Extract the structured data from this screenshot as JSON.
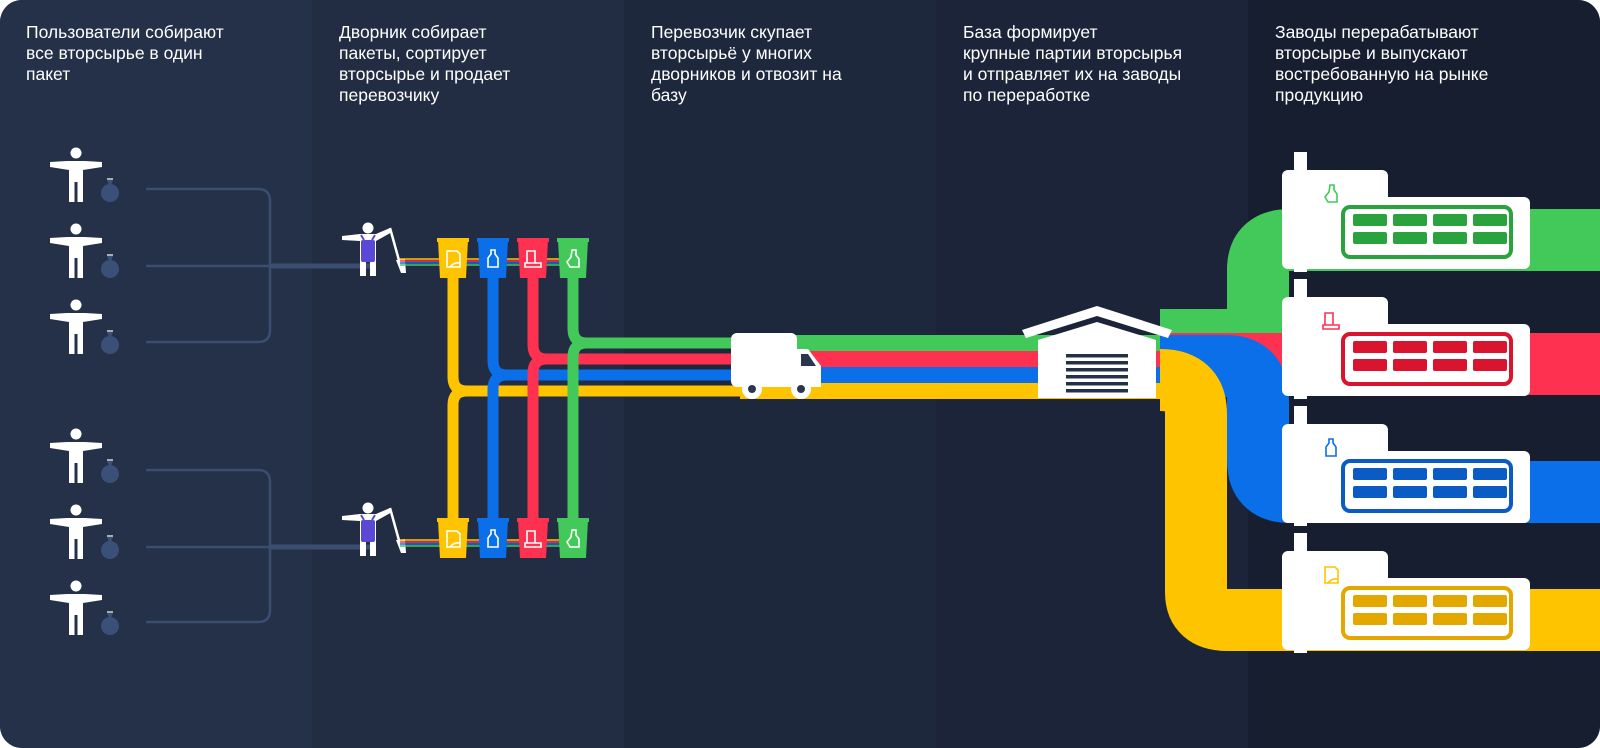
{
  "stages": [
    {
      "id": "users",
      "lines": [
        "Пользователи собирают",
        "все вторсырье в один",
        "пакет"
      ],
      "bg": "#253149"
    },
    {
      "id": "janitor",
      "lines": [
        "Дворник собирает",
        "пакеты, сортирует",
        "вторсырье и продает",
        "перевозчику"
      ],
      "bg": "#222d43"
    },
    {
      "id": "carrier",
      "lines": [
        "Перевозчик скупает",
        "вторсырьё у многих",
        "дворников и отвозит на",
        "базу"
      ],
      "bg": "#1e283d"
    },
    {
      "id": "base",
      "lines": [
        "База формирует",
        "крупные партии вторсырья",
        "и отправляет их на заводы",
        "по переработке"
      ],
      "bg": "#1b2438"
    },
    {
      "id": "plants",
      "lines": [
        "Заводы перерабатывают",
        "вторсырье и выпускают",
        "востребованную на рынке",
        "продукцию"
      ],
      "bg": "#161e30"
    }
  ],
  "materials": [
    {
      "id": "paper",
      "icon": "paper-icon",
      "color": "#ffc400",
      "dark": "#e3a800"
    },
    {
      "id": "plastic",
      "icon": "bottle-icon",
      "color": "#0a6fe8",
      "dark": "#0a5cc4"
    },
    {
      "id": "metal",
      "icon": "can-icon",
      "color": "#ff3150",
      "dark": "#d8142e"
    },
    {
      "id": "glass",
      "icon": "glass-bottle-icon",
      "color": "#43c95a",
      "dark": "#2aa33f"
    }
  ],
  "colors": {
    "connector": "#3b4d70",
    "white": "#ffffff",
    "bag": "#3b5077",
    "janitor_apron": "#5a49d6"
  }
}
